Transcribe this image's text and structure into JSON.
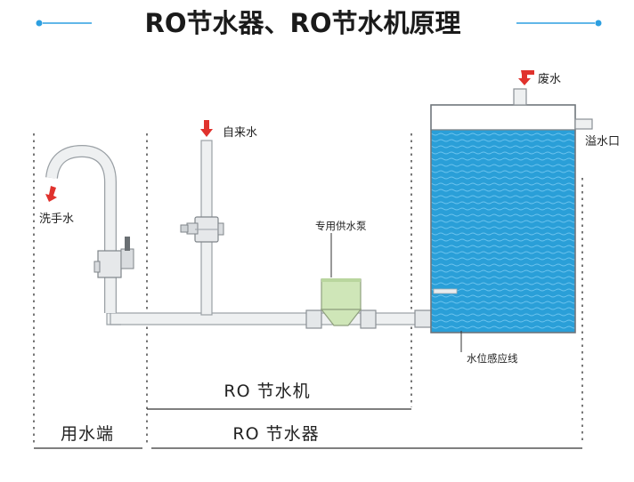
{
  "title": "RO节水器、RO节水机原理",
  "colors": {
    "accent": "#2d9fe0",
    "arrow": "#e0322d",
    "water": "#2a9fd8",
    "pipe_fill": "#eef0f1",
    "pipe_stroke": "#9aa0a5",
    "pump_green": "#cfe6b8"
  },
  "labels": {
    "waste_water": "废水",
    "overflow": "溢水口",
    "tap_water": "自来水",
    "hand_wash": "洗手水",
    "pump": "专用供水泵",
    "level_sensor": "水位感应线"
  },
  "sections": {
    "machine": "RO 节水机",
    "saver": "RO 节水器",
    "use_end": "用水端"
  }
}
